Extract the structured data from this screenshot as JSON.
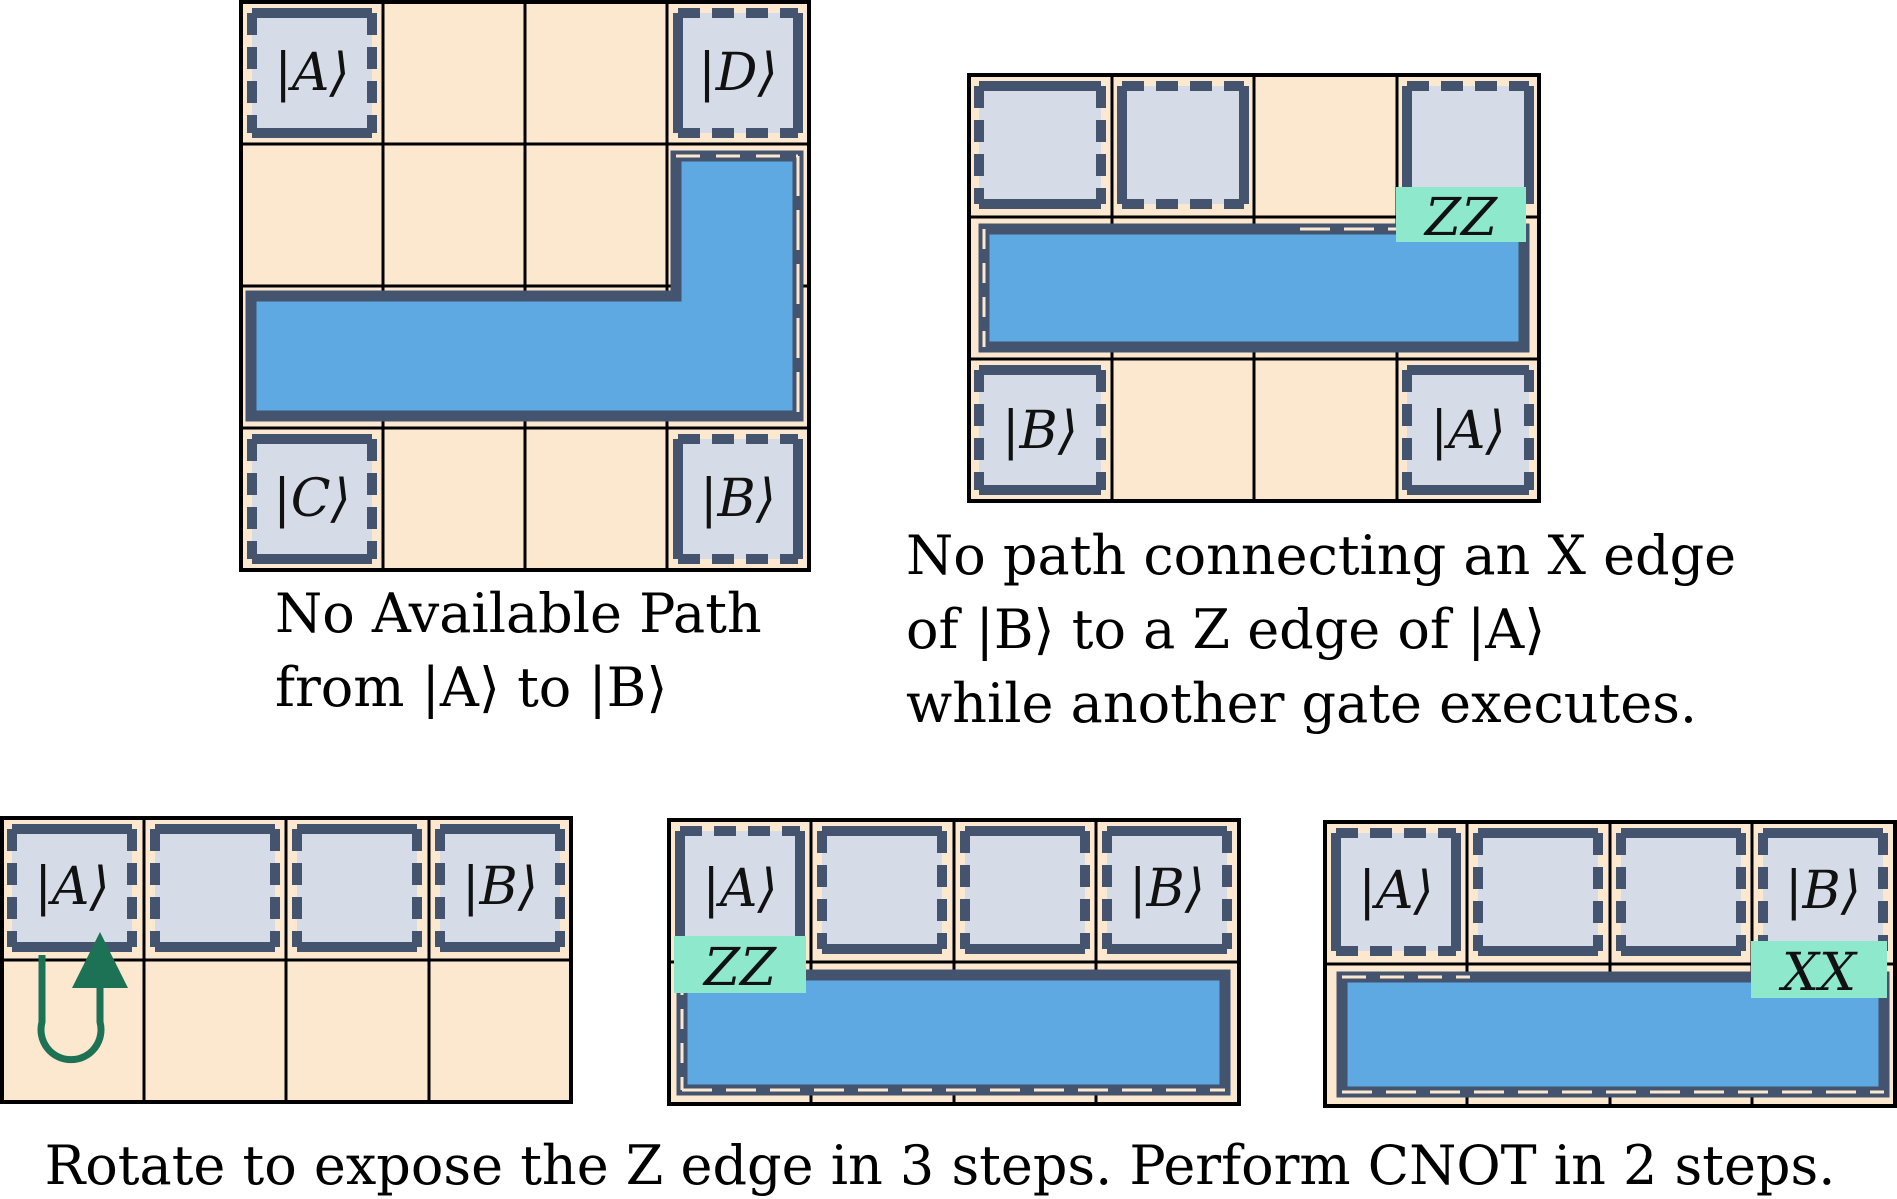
{
  "colors": {
    "cell_fill": "#fce8cf",
    "grid_line": "#000000",
    "patch_fill": "#d5dce7",
    "patch_edge": "#44546e",
    "channel_fill": "#5ea9e2",
    "label_fill": "#8ee8cc",
    "arrow": "#1d7256"
  },
  "panels": {
    "p1": {
      "kets": {
        "a": "|A⟩",
        "d": "|D⟩",
        "c": "|C⟩",
        "b": "|B⟩"
      },
      "caption": [
        "No Available Path",
        "from |A⟩ to |B⟩"
      ]
    },
    "p2": {
      "kets": {
        "b": "|B⟩",
        "a": "|A⟩"
      },
      "op_label": "ZZ",
      "caption": [
        "No path connecting an X edge",
        "of |B⟩ to a Z edge of |A⟩",
        "while another gate executes."
      ]
    },
    "p3": {
      "kets": {
        "a": "|A⟩",
        "b": "|B⟩"
      },
      "rotate_icon": "rotation-loop-arrow-icon"
    },
    "p4": {
      "kets": {
        "a": "|A⟩",
        "b": "|B⟩"
      },
      "op_label": "ZZ"
    },
    "p5": {
      "kets": {
        "a": "|A⟩",
        "b": "|B⟩"
      },
      "op_label": "XX"
    },
    "bottom_caption": "Rotate to expose the Z edge in 3 steps. Perform CNOT in 2 steps."
  }
}
